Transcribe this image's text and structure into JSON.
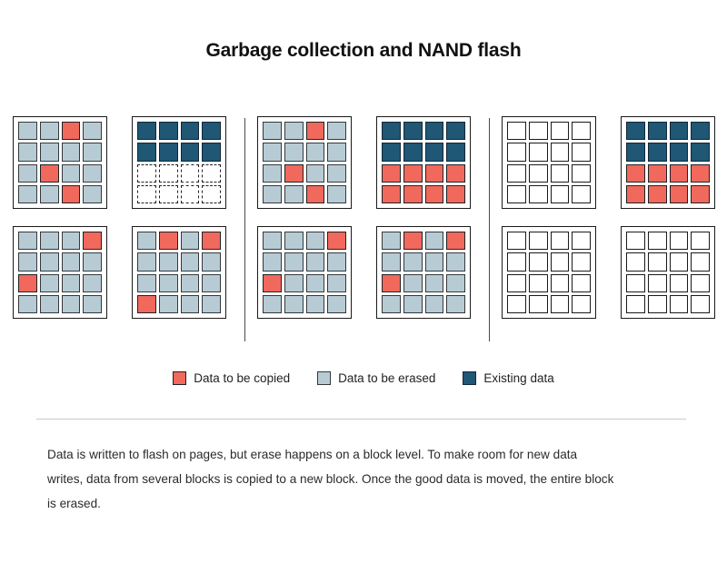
{
  "title": "Garbage collection and NAND flash",
  "legend": {
    "items": [
      {
        "key": "copy",
        "label": "Data to be copied",
        "color": "#f0695c"
      },
      {
        "key": "erase",
        "label": "Data to be erased",
        "color": "#b7cbd4"
      },
      {
        "key": "existing",
        "label": "Existing data",
        "color": "#1f5775"
      }
    ]
  },
  "caption": "Data is written to flash on pages, but erase happens on a block level. To make room for new data writes, data from several blocks is copied to a new block. Once the good data is moved, the entire block is erased.",
  "chart_data": {
    "type": "diagram",
    "title": "Garbage collection and NAND flash",
    "cell_states": [
      "erase",
      "copy",
      "existing",
      "empty",
      "blank"
    ],
    "grid_size": [
      4,
      4
    ],
    "sections": [
      {
        "name": "stage-1-before",
        "blocks": [
          {
            "name": "block-1",
            "position": "top-left",
            "rows": [
              [
                "erase",
                "erase",
                "copy",
                "erase"
              ],
              [
                "erase",
                "erase",
                "erase",
                "erase"
              ],
              [
                "erase",
                "copy",
                "erase",
                "erase"
              ],
              [
                "erase",
                "erase",
                "copy",
                "erase"
              ]
            ]
          },
          {
            "name": "block-2",
            "position": "top-right",
            "rows": [
              [
                "existing",
                "existing",
                "existing",
                "existing"
              ],
              [
                "existing",
                "existing",
                "existing",
                "existing"
              ],
              [
                "blank",
                "blank",
                "blank",
                "blank"
              ],
              [
                "blank",
                "blank",
                "blank",
                "blank"
              ]
            ]
          },
          {
            "name": "block-3",
            "position": "bottom-left",
            "rows": [
              [
                "erase",
                "erase",
                "erase",
                "copy"
              ],
              [
                "erase",
                "erase",
                "erase",
                "erase"
              ],
              [
                "copy",
                "erase",
                "erase",
                "erase"
              ],
              [
                "erase",
                "erase",
                "erase",
                "erase"
              ]
            ]
          },
          {
            "name": "block-4",
            "position": "bottom-right",
            "rows": [
              [
                "erase",
                "copy",
                "erase",
                "copy"
              ],
              [
                "erase",
                "erase",
                "erase",
                "erase"
              ],
              [
                "erase",
                "erase",
                "erase",
                "erase"
              ],
              [
                "copy",
                "erase",
                "erase",
                "erase"
              ]
            ]
          }
        ]
      },
      {
        "name": "stage-2-copying",
        "blocks": [
          {
            "name": "block-5",
            "position": "top-left",
            "rows": [
              [
                "erase",
                "erase",
                "copy",
                "erase"
              ],
              [
                "erase",
                "erase",
                "erase",
                "erase"
              ],
              [
                "erase",
                "copy",
                "erase",
                "erase"
              ],
              [
                "erase",
                "erase",
                "copy",
                "erase"
              ]
            ]
          },
          {
            "name": "block-6",
            "position": "top-right",
            "rows": [
              [
                "existing",
                "existing",
                "existing",
                "existing"
              ],
              [
                "existing",
                "existing",
                "existing",
                "existing"
              ],
              [
                "copy",
                "copy",
                "copy",
                "copy"
              ],
              [
                "copy",
                "copy",
                "copy",
                "copy"
              ]
            ]
          },
          {
            "name": "block-7",
            "position": "bottom-left",
            "rows": [
              [
                "erase",
                "erase",
                "erase",
                "copy"
              ],
              [
                "erase",
                "erase",
                "erase",
                "erase"
              ],
              [
                "copy",
                "erase",
                "erase",
                "erase"
              ],
              [
                "erase",
                "erase",
                "erase",
                "erase"
              ]
            ]
          },
          {
            "name": "block-8",
            "position": "bottom-right",
            "rows": [
              [
                "erase",
                "copy",
                "erase",
                "copy"
              ],
              [
                "erase",
                "erase",
                "erase",
                "erase"
              ],
              [
                "copy",
                "erase",
                "erase",
                "erase"
              ],
              [
                "erase",
                "erase",
                "erase",
                "erase"
              ]
            ]
          }
        ]
      },
      {
        "name": "stage-3-erased",
        "blocks": [
          {
            "name": "block-9",
            "position": "top-left",
            "rows": [
              [
                "empty",
                "empty",
                "empty",
                "empty"
              ],
              [
                "empty",
                "empty",
                "empty",
                "empty"
              ],
              [
                "empty",
                "empty",
                "empty",
                "empty"
              ],
              [
                "empty",
                "empty",
                "empty",
                "empty"
              ]
            ]
          },
          {
            "name": "block-10",
            "position": "top-right",
            "rows": [
              [
                "existing",
                "existing",
                "existing",
                "existing"
              ],
              [
                "existing",
                "existing",
                "existing",
                "existing"
              ],
              [
                "copy",
                "copy",
                "copy",
                "copy"
              ],
              [
                "copy",
                "copy",
                "copy",
                "copy"
              ]
            ]
          },
          {
            "name": "block-11",
            "position": "bottom-left",
            "rows": [
              [
                "empty",
                "empty",
                "empty",
                "empty"
              ],
              [
                "empty",
                "empty",
                "empty",
                "empty"
              ],
              [
                "empty",
                "empty",
                "empty",
                "empty"
              ],
              [
                "empty",
                "empty",
                "empty",
                "empty"
              ]
            ]
          },
          {
            "name": "block-12",
            "position": "bottom-right",
            "rows": [
              [
                "empty",
                "empty",
                "empty",
                "empty"
              ],
              [
                "empty",
                "empty",
                "empty",
                "empty"
              ],
              [
                "empty",
                "empty",
                "empty",
                "empty"
              ],
              [
                "empty",
                "empty",
                "empty",
                "empty"
              ]
            ]
          }
        ]
      }
    ]
  }
}
